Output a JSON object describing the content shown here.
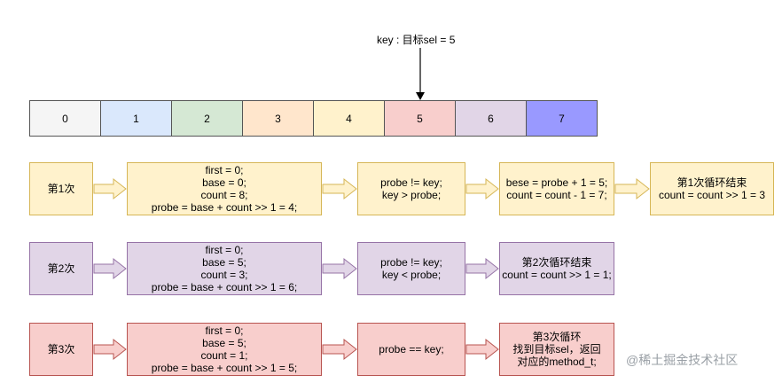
{
  "key_label": "key : 目标sel = 5",
  "array": [
    {
      "label": "0",
      "fill": "#f5f5f5"
    },
    {
      "label": "1",
      "fill": "#dae8fc"
    },
    {
      "label": "2",
      "fill": "#d5e8d4"
    },
    {
      "label": "3",
      "fill": "#ffe6cc"
    },
    {
      "label": "4",
      "fill": "#fff2cc"
    },
    {
      "label": "5",
      "fill": "#f8cecc"
    },
    {
      "label": "6",
      "fill": "#e1d5e7"
    },
    {
      "label": "7",
      "fill": "#9999ff"
    }
  ],
  "rows": [
    {
      "label": "第1次",
      "boxes": [
        "first = 0;\nbase = 0;\ncount = 8;\nprobe = base + count  >> 1 =  4;",
        "probe != key;\nkey > probe;",
        "bese = probe + 1 = 5;\ncount = count - 1 = 7;",
        "第1次循环结束\ncount = count >> 1 = 3"
      ]
    },
    {
      "label": "第2次",
      "boxes": [
        "first = 0;\nbase = 5;\ncount = 3;\nprobe = base + count  >> 1 =  6;",
        "probe != key;\nkey < probe;",
        "第2次循环结束\ncount = count >> 1 = 1;"
      ]
    },
    {
      "label": "第3次",
      "boxes": [
        "first = 0;\nbase = 5;\ncount = 1;\nprobe = base + count  >> 1 =  5;",
        "probe == key;",
        "第3次循环\n找到目标sel，返回\n对应的method_t;"
      ]
    }
  ],
  "watermark": "@稀土掘金技术社区"
}
